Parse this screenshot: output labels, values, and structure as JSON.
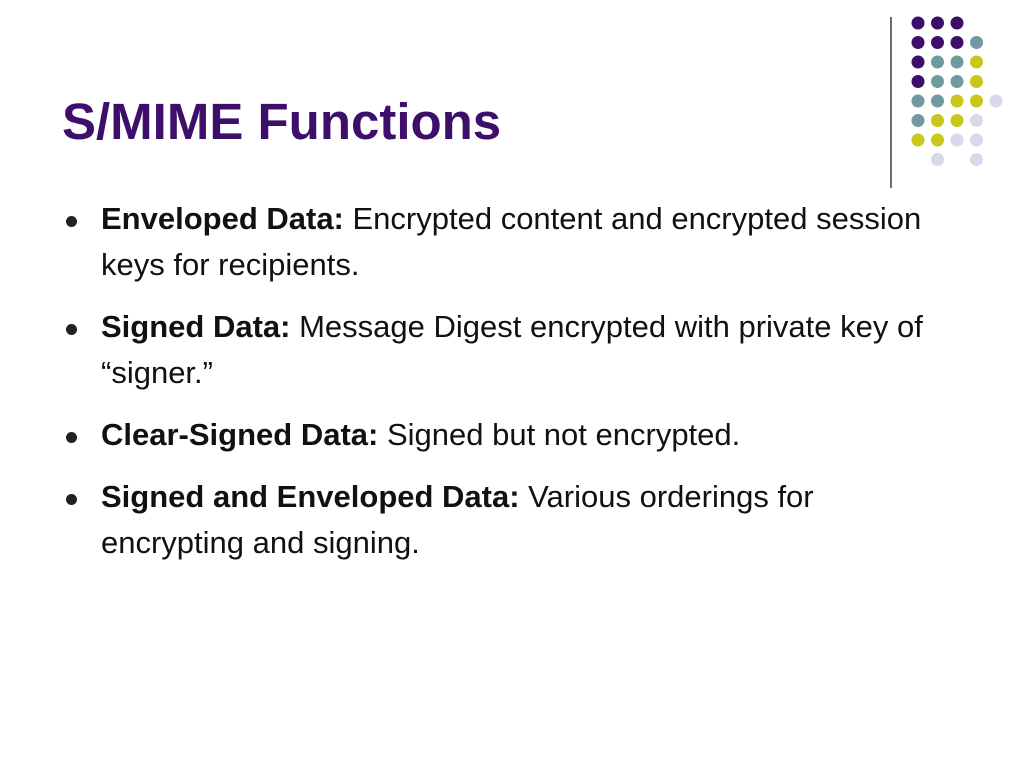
{
  "slide": {
    "title": "S/MIME Functions",
    "bullets": [
      {
        "term": "Enveloped Data:",
        "desc": " Encrypted content and encrypted session keys for recipients."
      },
      {
        "term": "Signed Data:",
        "desc": " Message Digest encrypted with private key of “signer.”"
      },
      {
        "term": "Clear-Signed Data:",
        "desc": " Signed but not encrypted."
      },
      {
        "term": "Signed and Enveloped Data:",
        "desc": " Various orderings for encrypting and signing."
      }
    ]
  },
  "decoration": {
    "colors": {
      "purple": "#3d0f6b",
      "teal": "#6e9aa0",
      "lime": "#c8c81a",
      "lavender": "#d9d7ea"
    },
    "dot_grid": [
      [
        "purple",
        "purple",
        "purple",
        null
      ],
      [
        "purple",
        "purple",
        "purple",
        "teal"
      ],
      [
        "purple",
        "teal",
        "teal",
        "lime"
      ],
      [
        "purple",
        "teal",
        "teal",
        "lime"
      ],
      [
        "teal",
        "teal",
        "lime",
        "lime",
        "lavender"
      ],
      [
        "teal",
        "lime",
        "lime",
        "lavender"
      ],
      [
        "lime",
        "lime",
        "lavender",
        "lavender"
      ],
      [
        null,
        "lavender",
        null,
        "lavender"
      ]
    ]
  }
}
